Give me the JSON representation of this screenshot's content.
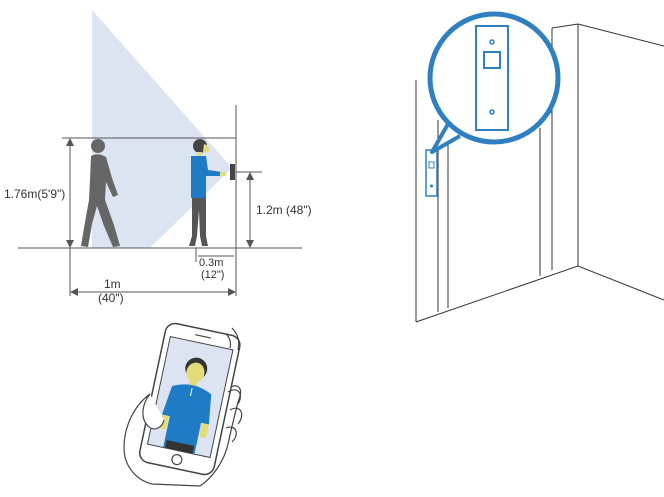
{
  "diagram": {
    "labels": {
      "person_height": "1.76m(5'9\")",
      "mount_height": "1.2m (48\")",
      "near_distance_m": "0.3m",
      "near_distance_in": "(12\")",
      "far_distance_m": "1m",
      "far_distance_in": "(40\")"
    },
    "colors": {
      "field_of_view": "#dce4f2",
      "accent_blue": "#2f7fc1",
      "person_blue": "#1e7bc4",
      "person_gray": "#666666",
      "skin_yellow": "#e2dc7a",
      "line_gray": "#555555"
    }
  }
}
